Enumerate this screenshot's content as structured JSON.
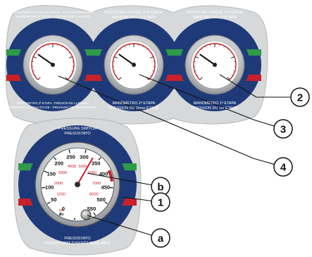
{
  "panel": {
    "gauges": [
      {
        "title_line1": "PRESSURE GAUGE 3rd STAGE - FILLING PRESSURE",
        "title_line2": "MANÓMETRO 3ª ETAPA - PRESIÓN DE LLENADO",
        "bottom_line1": "MANÓMETRO 3ª ETAPA - PRESIÓN DE LLENADO",
        "bottom_line2": "PRESSION DU 3ème ÉTAGE - PRESSION DE REMPLISSAGE"
      },
      {
        "title_line1": "PRESSURE GAUGE 2nd STAGE",
        "title_line2": "MANÓMETRO 2ª ETAPA",
        "bottom_line1": "MANÓMETRO 2ª ETAPA",
        "bottom_line2": "PRESSION DU 2ème ÉTAGE"
      },
      {
        "title_line1": "PRESSURE GAUGE 1st STAGE",
        "title_line2": "MANÓMETRO 1ª ETAPA",
        "bottom_line1": "MANÓMETRO 1ª ETAPA",
        "bottom_line2": "PRESSION DU 1er ÉTAGE"
      }
    ],
    "switch": {
      "title_line1": "PRESSURE SWITCH",
      "title_line2": "PRESOSTATO",
      "bottom_line1": "PRESOSTATO",
      "bottom_line2": "PRESSOSTAT D'ARRÊT RÉGLABLE",
      "bar_scale": [
        "0",
        "50",
        "100",
        "150",
        "200",
        "250",
        "300",
        "350",
        "400",
        "450",
        "500",
        "550"
      ],
      "psi_scale": [
        "1000",
        "2000",
        "3000",
        "4000",
        "5000",
        "6000",
        "7000",
        "8000"
      ],
      "unit_bar": "bar",
      "unit_psi": "psi"
    }
  },
  "callouts": [
    {
      "label": "2"
    },
    {
      "label": "3"
    },
    {
      "label": "4"
    },
    {
      "label": "b"
    },
    {
      "label": "1"
    },
    {
      "label": "a"
    }
  ],
  "colors": {
    "navy": "#1f3a78",
    "green": "#2f9a4a",
    "red": "#c8202a",
    "plate": "#d6d8da",
    "chrome": "#b9bcbf"
  }
}
